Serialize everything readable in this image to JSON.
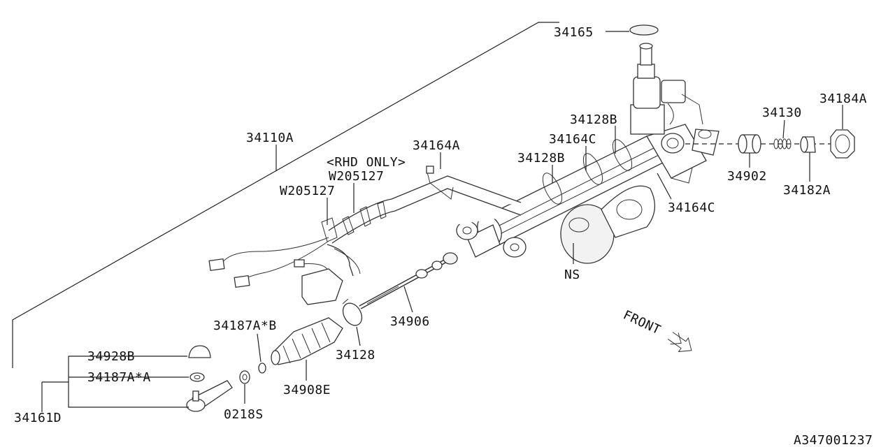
{
  "labels": {
    "p34165": "34165",
    "p34184A": "34184A",
    "p34130": "34130",
    "p34128B_top": "34128B",
    "p34164C_top": "34164C",
    "p34110A": "34110A",
    "p34164A": "34164A",
    "p34128B_mid": "34128B",
    "rhd_only": "<RHD ONLY>",
    "w205127_a": "W205127",
    "w205127_b": "W205127",
    "p34902": "34902",
    "p34182A": "34182A",
    "p34164C_bottom": "34164C",
    "ns": "NS",
    "p34187A_B": "34187A*B",
    "p34906": "34906",
    "p34128": "34128",
    "p34928B": "34928B",
    "p34187A_A": "34187A*A",
    "p34908E": "34908E",
    "p34161D": "34161D",
    "p0218S": "0218S",
    "front": "FRONT",
    "diagram_id": "A347001237"
  },
  "icons": {
    "front_arrow": "double-chevron-arrow-icon"
  },
  "colors": {
    "line": "#222222",
    "background": "#ffffff"
  }
}
